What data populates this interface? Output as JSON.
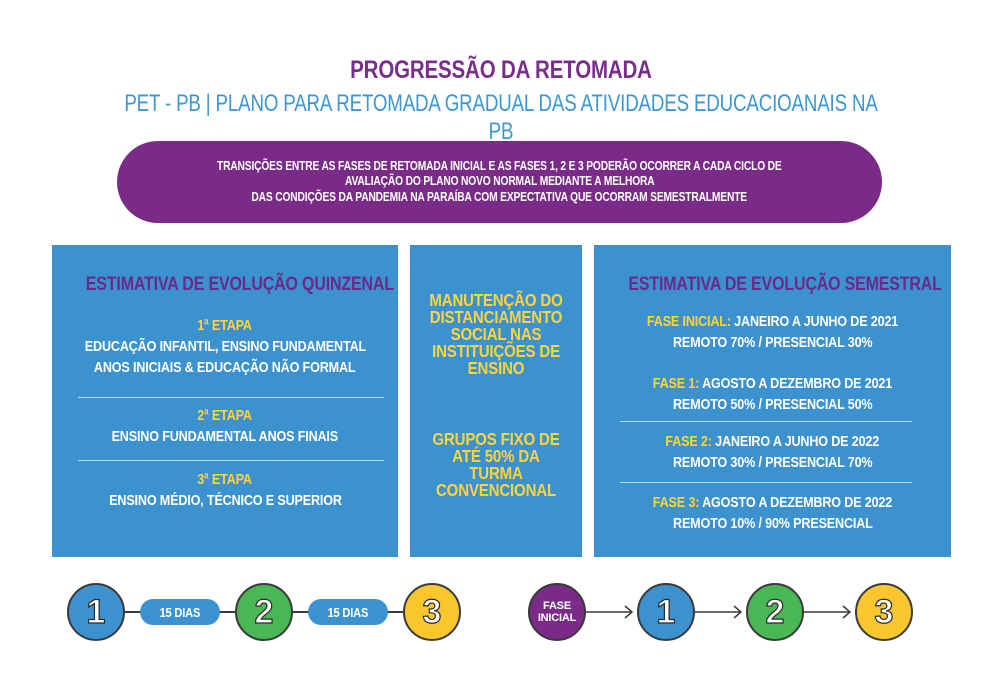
{
  "header": {
    "title": "PROGRESSÃO DA RETOMADA",
    "subtitle": "PET - PB | PLANO PARA RETOMADA GRADUAL DAS ATIVIDADES EDUCACIOANAIS NA PB"
  },
  "banner": {
    "lines": [
      "TRANSIÇÕES ENTRE AS FASES DE RETOMADA INICIAL E AS FASES 1, 2 E 3 PODERÃO OCORRER A CADA CICLO DE",
      "AVALIAÇÃO DO PLANO NOVO NORMAL MEDIANTE A MELHORA",
      "DAS CONDIÇÕES DA PANDEMIA NA PARAÍBA COM EXPECTATIVA QUE OCORRAM SEMESTRALMENTE"
    ]
  },
  "quinzenal": {
    "heading": "ESTIMATIVA DE EVOLUÇÃO QUINZENAL",
    "steps": [
      {
        "label": "1ª ETAPA",
        "lines": [
          "EDUCAÇÃO INFANTIL, ENSINO FUNDAMENTAL",
          "ANOS INICIAIS & EDUCAÇÃO NÃO FORMAL"
        ]
      },
      {
        "label": "2ª ETAPA",
        "lines": [
          "ENSINO FUNDAMENTAL ANOS FINAIS"
        ]
      },
      {
        "label": "3ª ETAPA",
        "lines": [
          "ENSINO MÉDIO, TÉCNICO E SUPERIOR"
        ]
      }
    ]
  },
  "middle": {
    "block1": [
      "MANUTENÇÃO DO",
      "DISTANCIAMENTO",
      "SOCIAL NAS",
      "INSTITUIÇÕES DE",
      "ENSINO"
    ],
    "block2": [
      "GRUPOS FIXO DE",
      "ATÉ 50% DA",
      "TURMA",
      "CONVENCIONAL"
    ]
  },
  "semestral": {
    "heading": "ESTIMATIVA DE EVOLUÇÃO SEMESTRAL",
    "phases": [
      {
        "label": "FASE INICIAL:",
        "period": "JANEIRO A JUNHO DE 2021",
        "detail": "REMOTO 70% / PRESENCIAL 30%"
      },
      {
        "label": "FASE 1:",
        "period": "AGOSTO A DEZEMBRO DE 2021",
        "detail": "REMOTO 50% / PRESENCIAL 50%"
      },
      {
        "label": "FASE 2:",
        "period": "JANEIRO A JUNHO DE 2022",
        "detail": "REMOTO 30% / PRESENCIAL 70%"
      },
      {
        "label": "FASE 3:",
        "period": "AGOSTO A DEZEMBRO DE 2022",
        "detail": "REMOTO 10% / 90% PRESENCIAL"
      }
    ]
  },
  "timeline_left": {
    "circles": [
      "1",
      "2",
      "3"
    ],
    "intervals": [
      "15 DIAS",
      "15 DIAS"
    ]
  },
  "timeline_right": {
    "start_lines": [
      "FASE",
      "INICIAL"
    ],
    "circles": [
      "1",
      "2",
      "3"
    ]
  },
  "colors": {
    "purple": "#7a2b88",
    "blue": "#3c91cf",
    "green": "#49b753",
    "yellow": "#f7c72d",
    "accent_text": "#ffd43a"
  }
}
